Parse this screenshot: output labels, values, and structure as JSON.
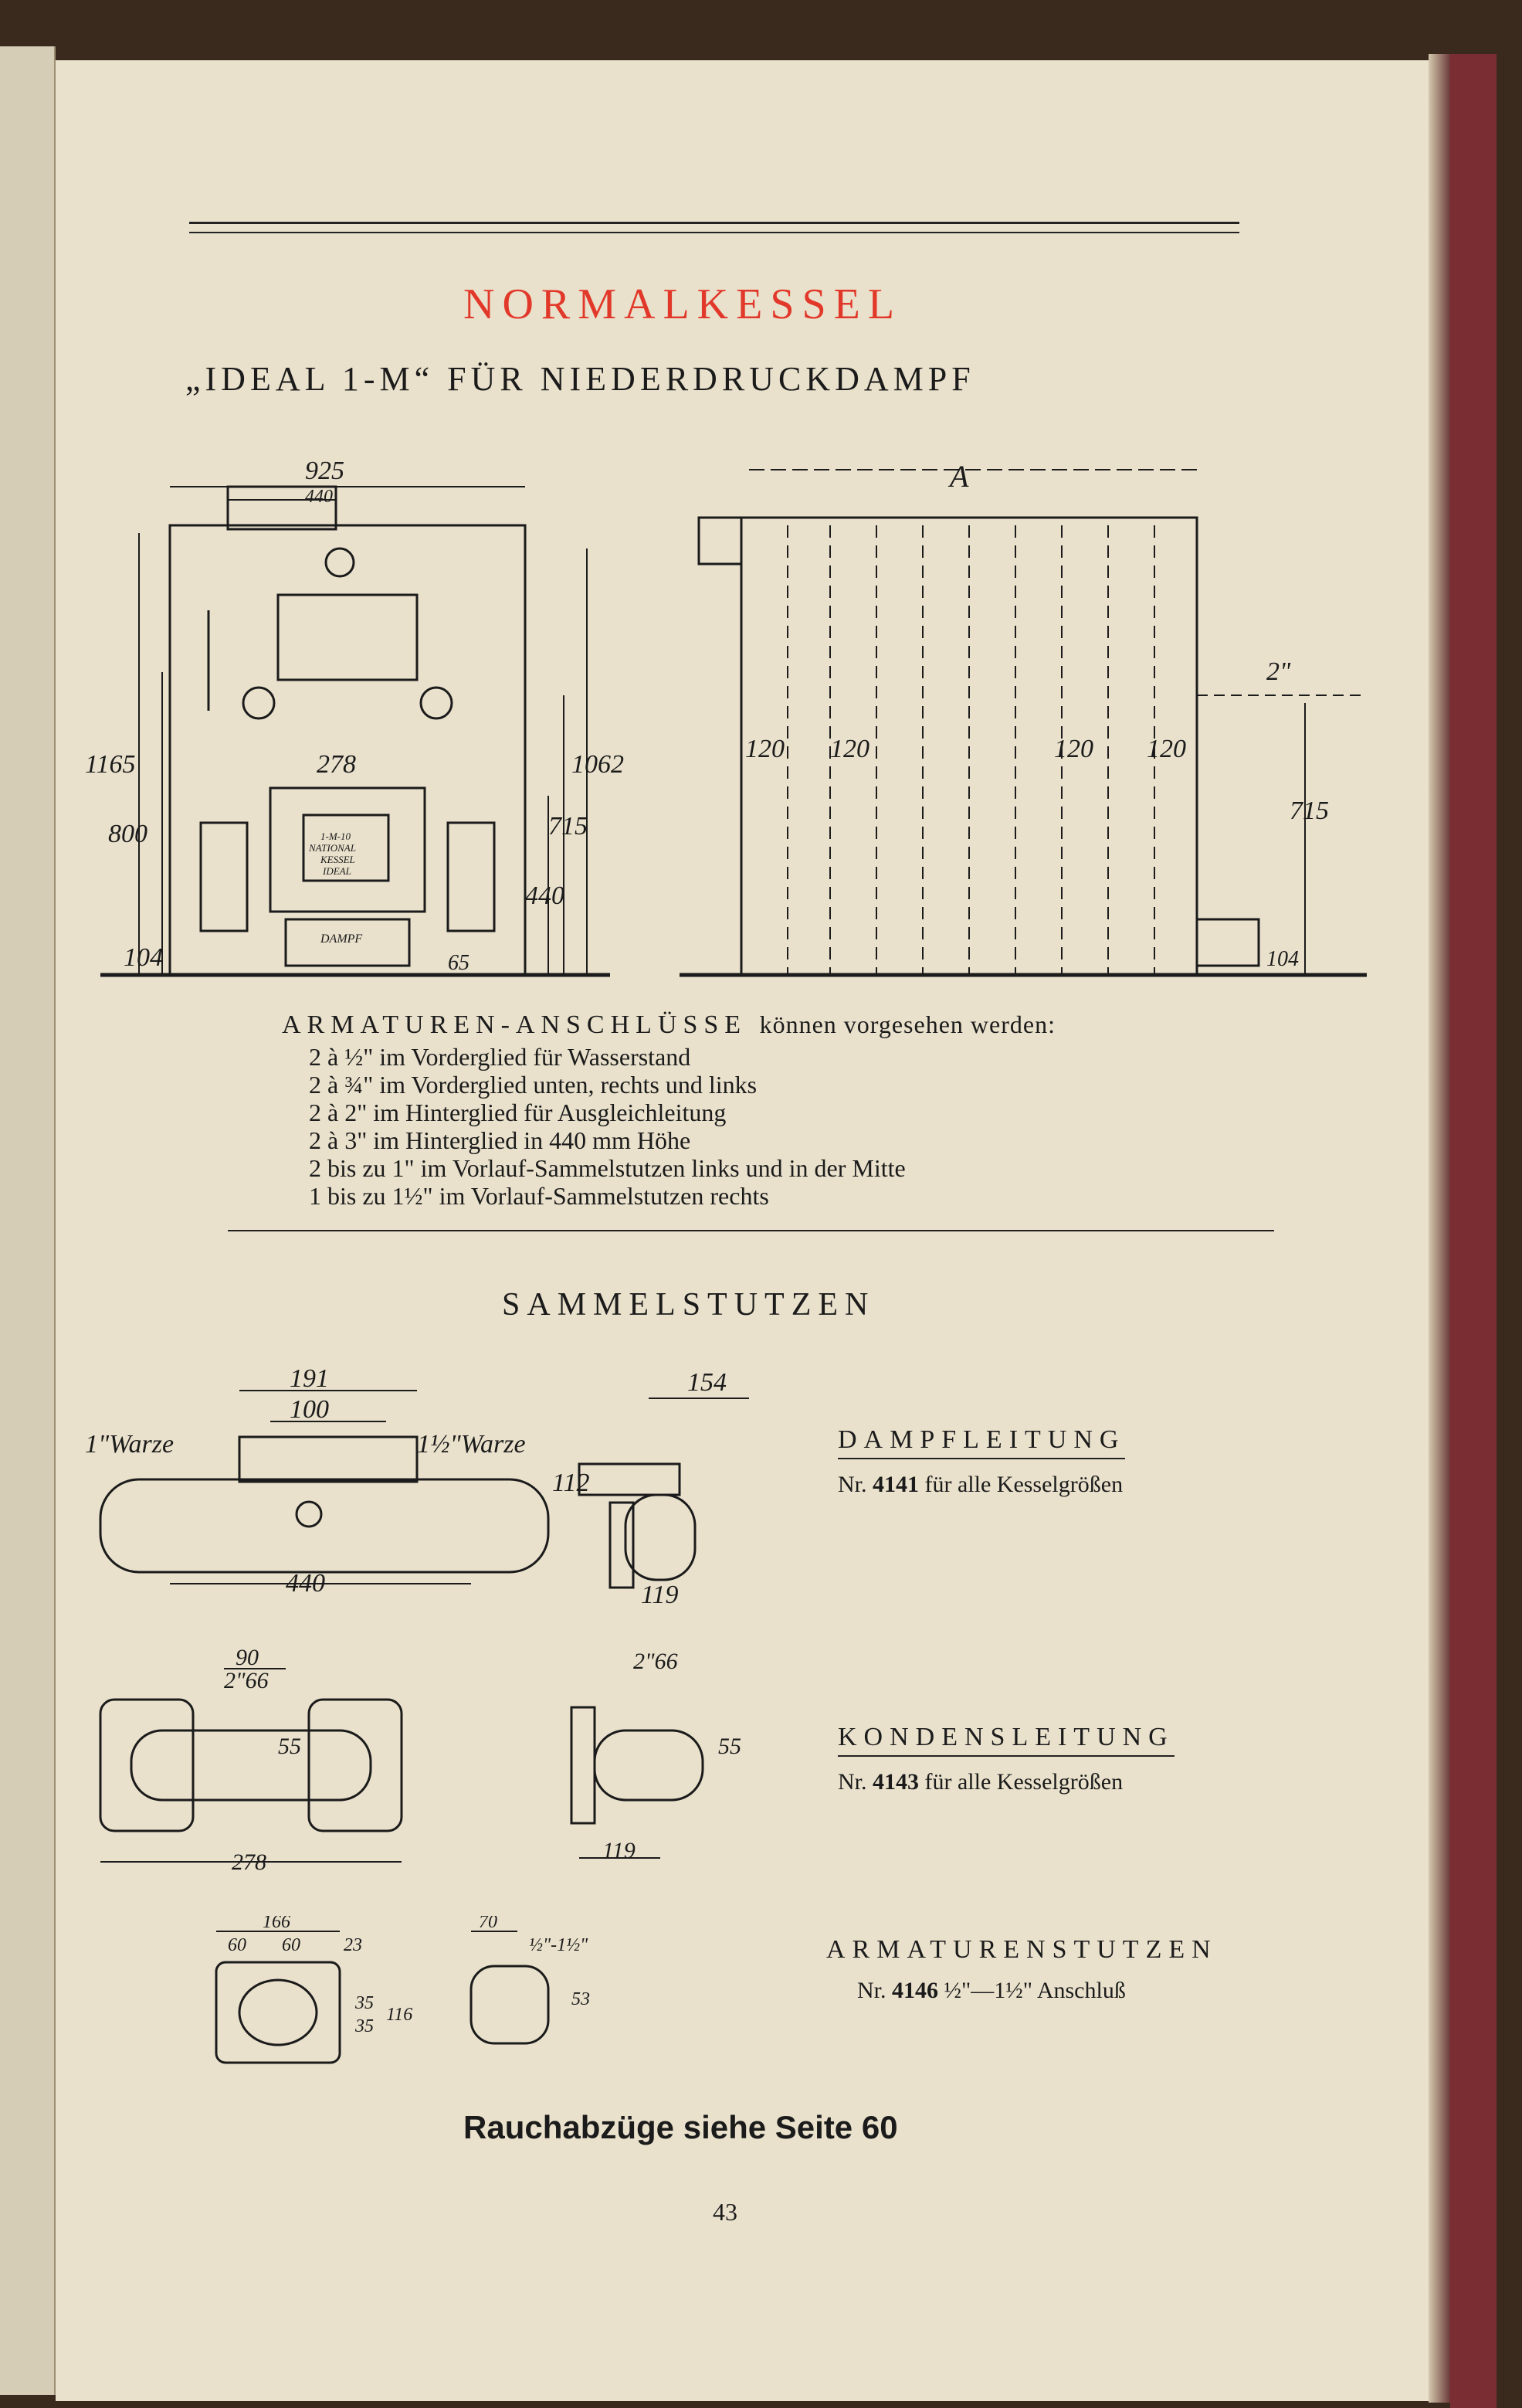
{
  "title": "NORMALKESSEL",
  "subtitle": "„IDEAL 1-M“ FÜR NIEDERDRUCKDAMPF",
  "boiler_drawing": {
    "dims_front": [
      "925",
      "440",
      "278",
      "1165",
      "800",
      "104",
      "1062",
      "715",
      "440",
      "65"
    ],
    "dims_side": [
      "A",
      "120",
      "120",
      "120",
      "120",
      "2\"",
      "715",
      "104"
    ],
    "plate_text": [
      "1-M-10",
      "NATIONAL",
      "KESSEL",
      "IDEAL"
    ],
    "door_label": "DAMPF"
  },
  "connections": {
    "heading": "ARMATUREN-ANSCHLÜSSE",
    "heading_suffix": "können vorgesehen werden:",
    "items": [
      "2 à ½\" im Vorderglied für Wasserstand",
      "2 à ¾\" im Vorderglied unten, rechts und links",
      "2 à 2\" im Hinterglied für Ausgleichleitung",
      "2 à 3\" im Hinterglied in 440 mm Höhe",
      "2 bis zu 1\" im Vorlauf-Sammelstutzen links und in der Mitte",
      "1 bis zu 1½\" im Vorlauf-Sammelstutzen rechts"
    ]
  },
  "section_title": "SAMMELSTUTZEN",
  "parts": [
    {
      "label": "DAMPFLEITUNG",
      "nr_prefix": "Nr.",
      "nr": "4141",
      "desc": "für alle Kesselgrößen",
      "dims": [
        "191",
        "100",
        "1\"Warze",
        "1½\"Warze",
        "440",
        "154",
        "112",
        "119"
      ]
    },
    {
      "label": "KONDENSLEITUNG",
      "nr_prefix": "Nr.",
      "nr": "4143",
      "desc": "für alle Kesselgrößen",
      "dims": [
        "90",
        "2\"66",
        "55",
        "278",
        "2\"66",
        "55",
        "119"
      ]
    },
    {
      "label": "ARMATURENSTUTZEN",
      "nr_prefix": "Nr.",
      "nr": "4146",
      "desc": "½\"—1½\" Anschluß",
      "dims": [
        "166",
        "60",
        "60",
        "23",
        "35",
        "35",
        "116",
        "70",
        "½\"-1½\"",
        "53"
      ]
    }
  ],
  "footer_note": "Rauchabzüge siehe Seite 60",
  "page_number": "43"
}
